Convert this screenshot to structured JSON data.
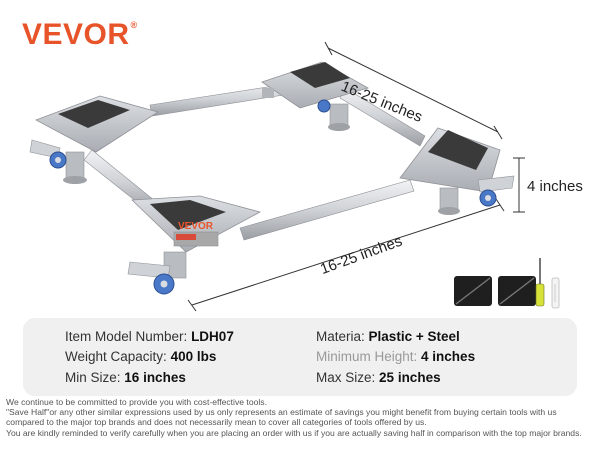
{
  "brand": {
    "name": "VEVOR",
    "trademark": "®",
    "color": "#e8542a"
  },
  "product": {
    "plate_logo": "VEVOR"
  },
  "dimensions": {
    "top": "16-25 inches",
    "bottom": "16-25 inches",
    "height": "4 inches"
  },
  "specs": {
    "model_label": "Item Model Number:",
    "model_value": "LDH07",
    "capacity_label": "Weight Capacity:",
    "capacity_value": "400 lbs",
    "min_size_label": "Min Size:",
    "min_size_value": "16 inches",
    "material_label": "Materia:",
    "material_value": "Plastic + Steel",
    "min_height_label": "Minimum Height:",
    "min_height_value": "4 inches",
    "max_size_label": "Max Size:",
    "max_size_value": "25 inches"
  },
  "disclaimer": [
    "We continue to be committed to provide you with cost-effective tools.",
    "\"Save Half\"or any other similar expressions used by us only represents an estimate of savings you might benefit from buying certain tools with us",
    "compared to the major top brands and does not necessarily mean to cover all categories of tools offered by us.",
    "You are kindly reminded to verify carefully when you are placing an order with us if you are actually saving half in comparison with the top major brands."
  ],
  "colors": {
    "frame": "#c9ccd1",
    "pad": "#3a3a3a",
    "wheel": "#4a78c8",
    "panel_bg": "#f0f0f0"
  }
}
